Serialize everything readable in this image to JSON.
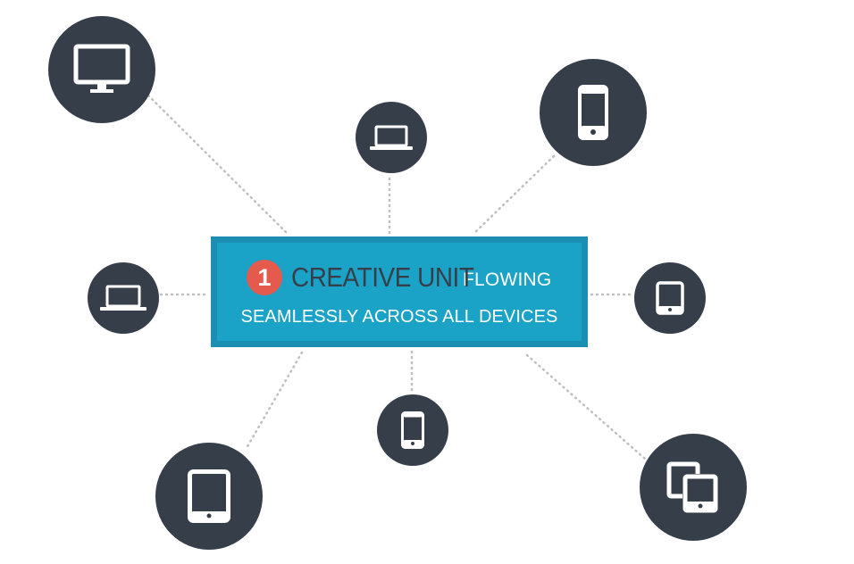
{
  "center": {
    "number": "1",
    "headline": "CREATIVE UNIT",
    "headline_suffix": "FLOWING",
    "subline": "SEAMLESSLY ACROSS ALL DEVICES"
  },
  "colors": {
    "node_fill": "#363e4a",
    "icon": "#ffffff",
    "box_fill": "#1aa3c6",
    "box_border": "#1b8fb3",
    "badge": "#e45a4c",
    "connector": "#bfbfbf"
  },
  "devices": [
    {
      "icon": "desktop-monitor-icon"
    },
    {
      "icon": "laptop-icon"
    },
    {
      "icon": "smartphone-icon"
    },
    {
      "icon": "laptop-icon"
    },
    {
      "icon": "tablet-icon"
    },
    {
      "icon": "tablet-icon"
    },
    {
      "icon": "smartphone-icon"
    },
    {
      "icon": "multi-screen-icon"
    }
  ]
}
